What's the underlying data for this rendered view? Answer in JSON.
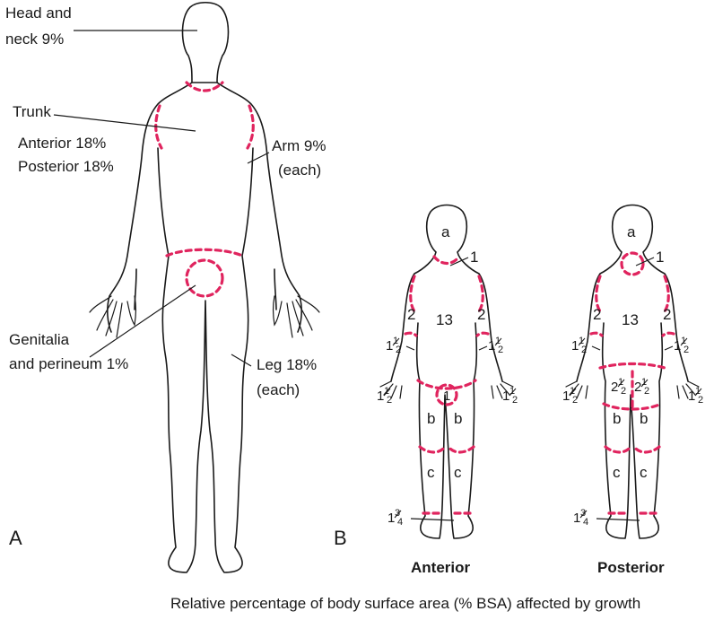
{
  "panel_a": {
    "letter": "A",
    "head_neck": [
      "Head and",
      "neck 9%"
    ],
    "trunk": [
      "Trunk",
      "Anterior 18%",
      "Posterior 18%"
    ],
    "arm": [
      "Arm 9%",
      "(each)"
    ],
    "genitalia": [
      "Genitalia",
      "and perineum 1%"
    ],
    "leg": [
      "Leg 18%",
      "(each)"
    ]
  },
  "panel_b": {
    "letter": "B",
    "anterior": {
      "caption": "Anterior",
      "head": "a",
      "neck": "1",
      "trunk": "13",
      "upper_arm": "2",
      "forearm_whole": "1",
      "hand_whole": "1",
      "genital": "1",
      "thigh": "b",
      "lower_leg": "c",
      "foot_whole": "1",
      "half_num": "1",
      "half_den": "2",
      "foot_num": "3",
      "foot_den": "4"
    },
    "posterior": {
      "caption": "Posterior",
      "head": "a",
      "neck": "1",
      "trunk": "13",
      "upper_arm": "2",
      "forearm_whole": "1",
      "hand_whole": "1",
      "buttock_whole": "2",
      "thigh": "b",
      "lower_leg": "c",
      "foot_whole": "1",
      "half_num": "1",
      "half_den": "2",
      "foot_num": "3",
      "foot_den": "4"
    }
  },
  "caption": "Relative percentage of body surface area (% BSA) affected by growth"
}
